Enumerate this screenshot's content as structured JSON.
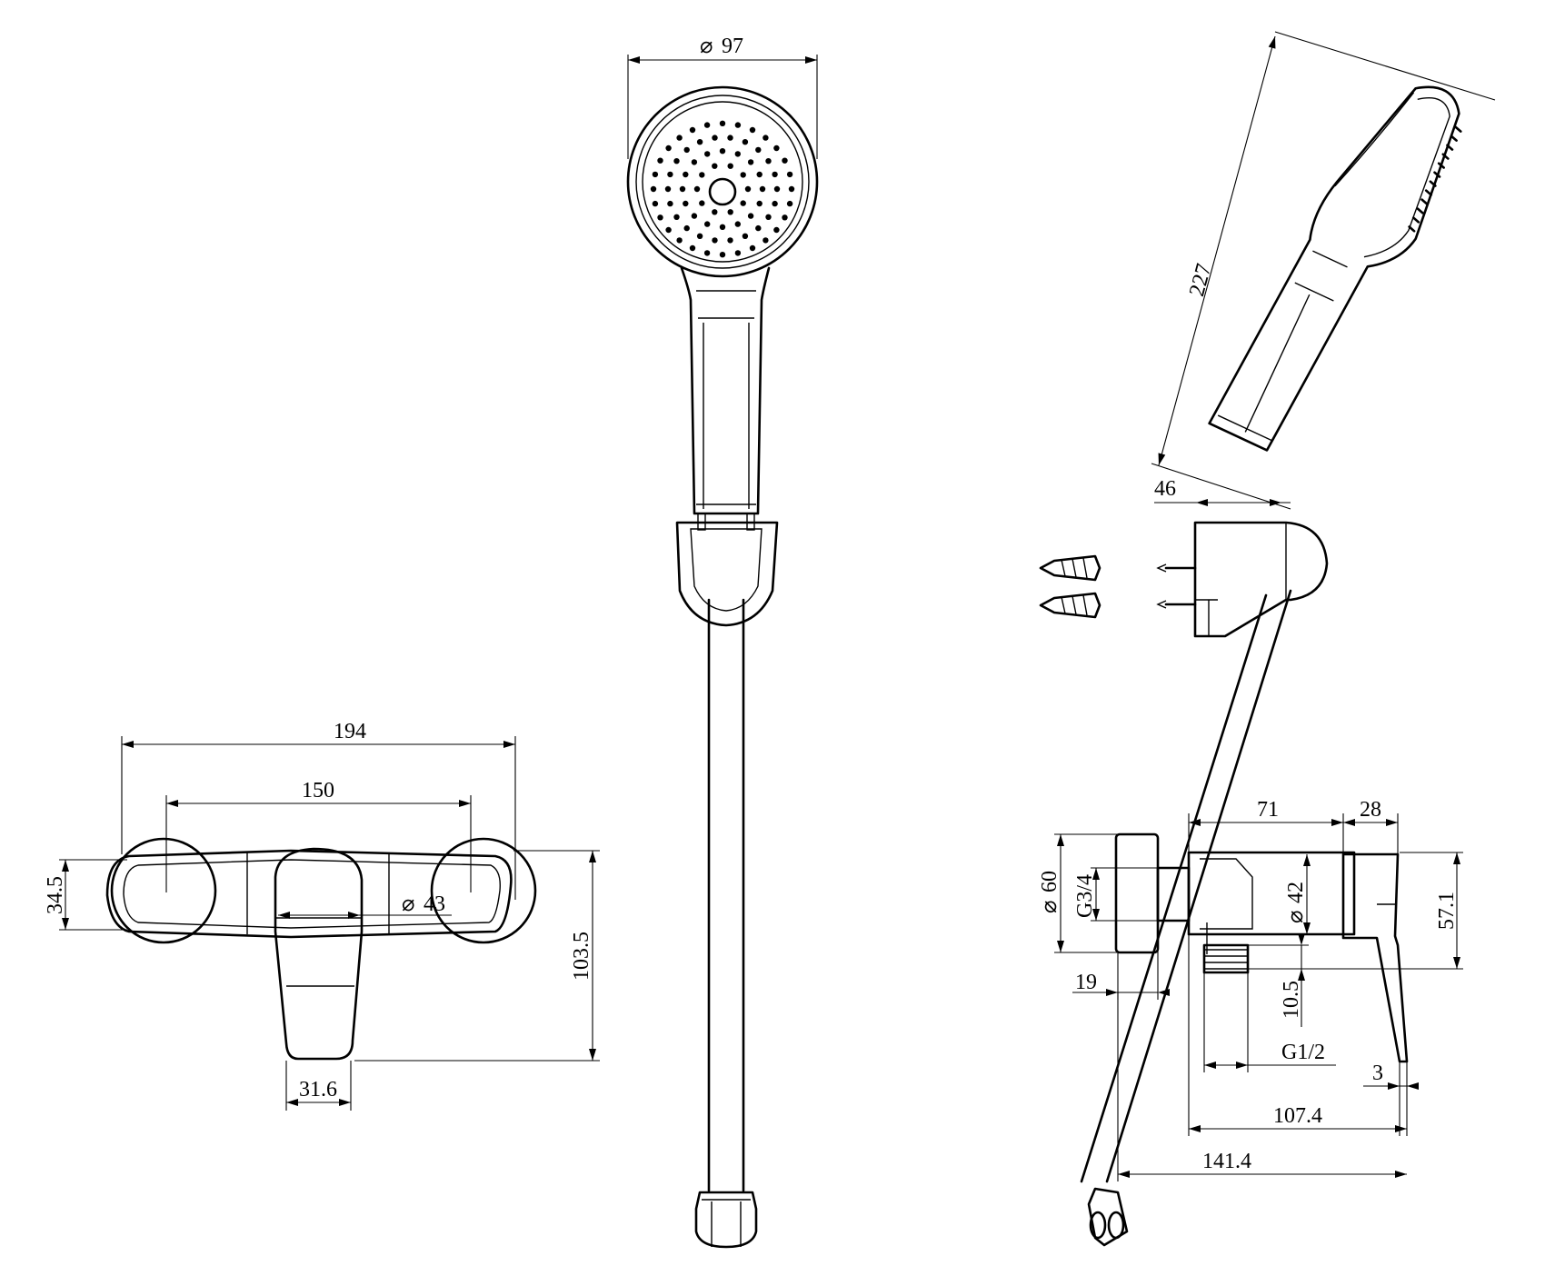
{
  "dimensions": {
    "width_194": "194",
    "width_150": "150",
    "height_34_5": "34.5",
    "height_103_5": "103.5",
    "dia_43": "43",
    "width_31_6": "31.6",
    "dia_97": "97",
    "length_227": "227",
    "depth_46": "46",
    "length_71": "71",
    "length_28": "28",
    "dia_60": "60",
    "thread_g3_4": "G3/4",
    "dia_42": "42",
    "height_57_1": "57.1",
    "depth_19": "19",
    "height_10_5": "10.5",
    "thread_g1_2": "G1/2",
    "thickness_3": "3",
    "length_107_4": "107.4",
    "length_141_4": "141.4"
  },
  "symbols": {
    "diameter": "⌀"
  },
  "colors": {
    "line": "#000000",
    "background": "#ffffff"
  }
}
